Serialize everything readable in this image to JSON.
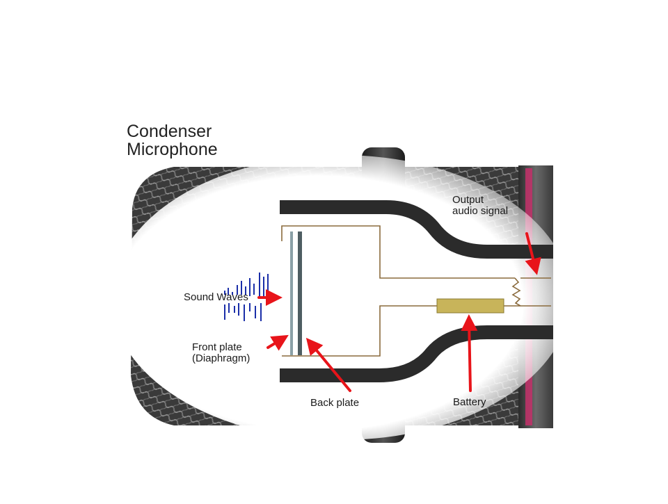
{
  "title": {
    "line1": "Condenser",
    "line2": "Microphone"
  },
  "labels": {
    "output_line1": "Output",
    "output_line2": "audio signal",
    "sound_waves": "Sound Waves",
    "front_plate_line1": "Front plate",
    "front_plate_line2": "(Diaphragm)",
    "back_plate": "Back plate",
    "battery": "Battery"
  },
  "colors": {
    "arrow": "#e8141a",
    "casing": "#2b2b2b",
    "wire": "#8a6a3c",
    "battery": "#c8b45a",
    "sound_wave": "#1a2ea8",
    "pink_ring": "#c4306a"
  }
}
